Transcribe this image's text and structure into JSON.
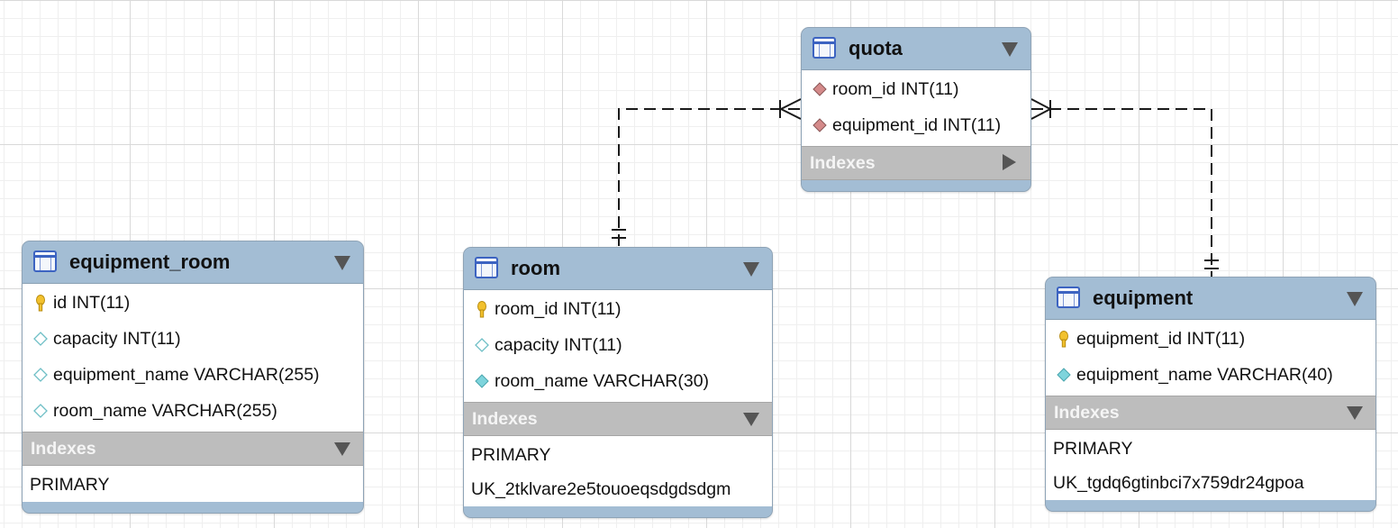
{
  "diagram": {
    "tables": [
      {
        "key": "quota",
        "name": "quota",
        "columns": [
          {
            "kind": "fk",
            "label": "room_id INT(11)"
          },
          {
            "kind": "fk",
            "label": "equipment_id INT(11)"
          }
        ],
        "indexes_label": "Indexes",
        "indexes_collapsed": true,
        "indexes": []
      },
      {
        "key": "equipment_room",
        "name": "equipment_room",
        "columns": [
          {
            "kind": "pk",
            "label": "id INT(11)"
          },
          {
            "kind": "nullable",
            "label": "capacity INT(11)"
          },
          {
            "kind": "nullable",
            "label": "equipment_name VARCHAR(255)"
          },
          {
            "kind": "nullable",
            "label": "room_name VARCHAR(255)"
          }
        ],
        "indexes_label": "Indexes",
        "indexes_collapsed": false,
        "indexes": [
          "PRIMARY"
        ]
      },
      {
        "key": "room",
        "name": "room",
        "columns": [
          {
            "kind": "pk",
            "label": "room_id INT(11)"
          },
          {
            "kind": "nullable",
            "label": "capacity INT(11)"
          },
          {
            "kind": "notnull",
            "label": "room_name VARCHAR(30)"
          }
        ],
        "indexes_label": "Indexes",
        "indexes_collapsed": false,
        "indexes": [
          "PRIMARY",
          "UK_2tklvare2e5touoeqsdgdsdgm"
        ]
      },
      {
        "key": "equipment",
        "name": "equipment",
        "columns": [
          {
            "kind": "pk",
            "label": "equipment_id INT(11)"
          },
          {
            "kind": "notnull",
            "label": "equipment_name VARCHAR(40)"
          }
        ],
        "indexes_label": "Indexes",
        "indexes_collapsed": false,
        "indexes": [
          "PRIMARY",
          "UK_tgdq6gtinbci7x759dr24gpoa"
        ]
      }
    ],
    "relationships": [
      {
        "from": "room",
        "to": "quota",
        "from_end": "one-mandatory",
        "to_end": "many-mandatory",
        "line_style": "dashed"
      },
      {
        "from": "equipment",
        "to": "quota",
        "from_end": "one-mandatory",
        "to_end": "many-mandatory",
        "line_style": "dashed"
      }
    ],
    "colors": {
      "table_header": "#a3bdd4",
      "indexes_bar": "#bdbdbd",
      "pk_key": "#f2c12e",
      "fk_diamond": "#d48a8a",
      "notnull_diamond": "#7ed4dc",
      "nullable_diamond": "#ffffff",
      "table_icon": "#3c63c1"
    }
  }
}
